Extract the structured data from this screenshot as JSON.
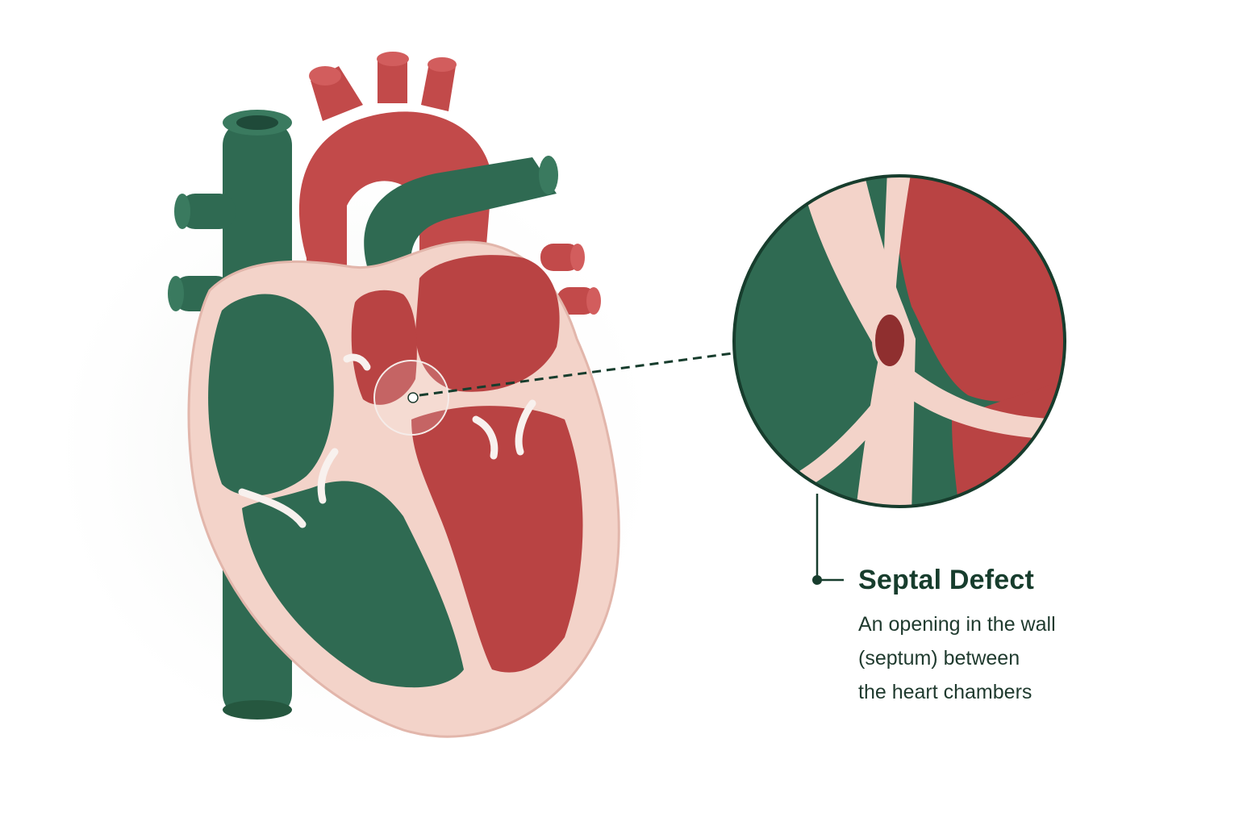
{
  "callout": {
    "title": "Septal Defect",
    "description_lines": [
      "An opening in the wall",
      "(septum) between",
      "the heart chambers"
    ]
  },
  "colors": {
    "oxygen_poor": "#2f6a52",
    "oxygen_rich": "#c24a4a",
    "heart_wall": "#f3d3c9",
    "label_text": "#173d2d",
    "background": "#ffffff"
  }
}
